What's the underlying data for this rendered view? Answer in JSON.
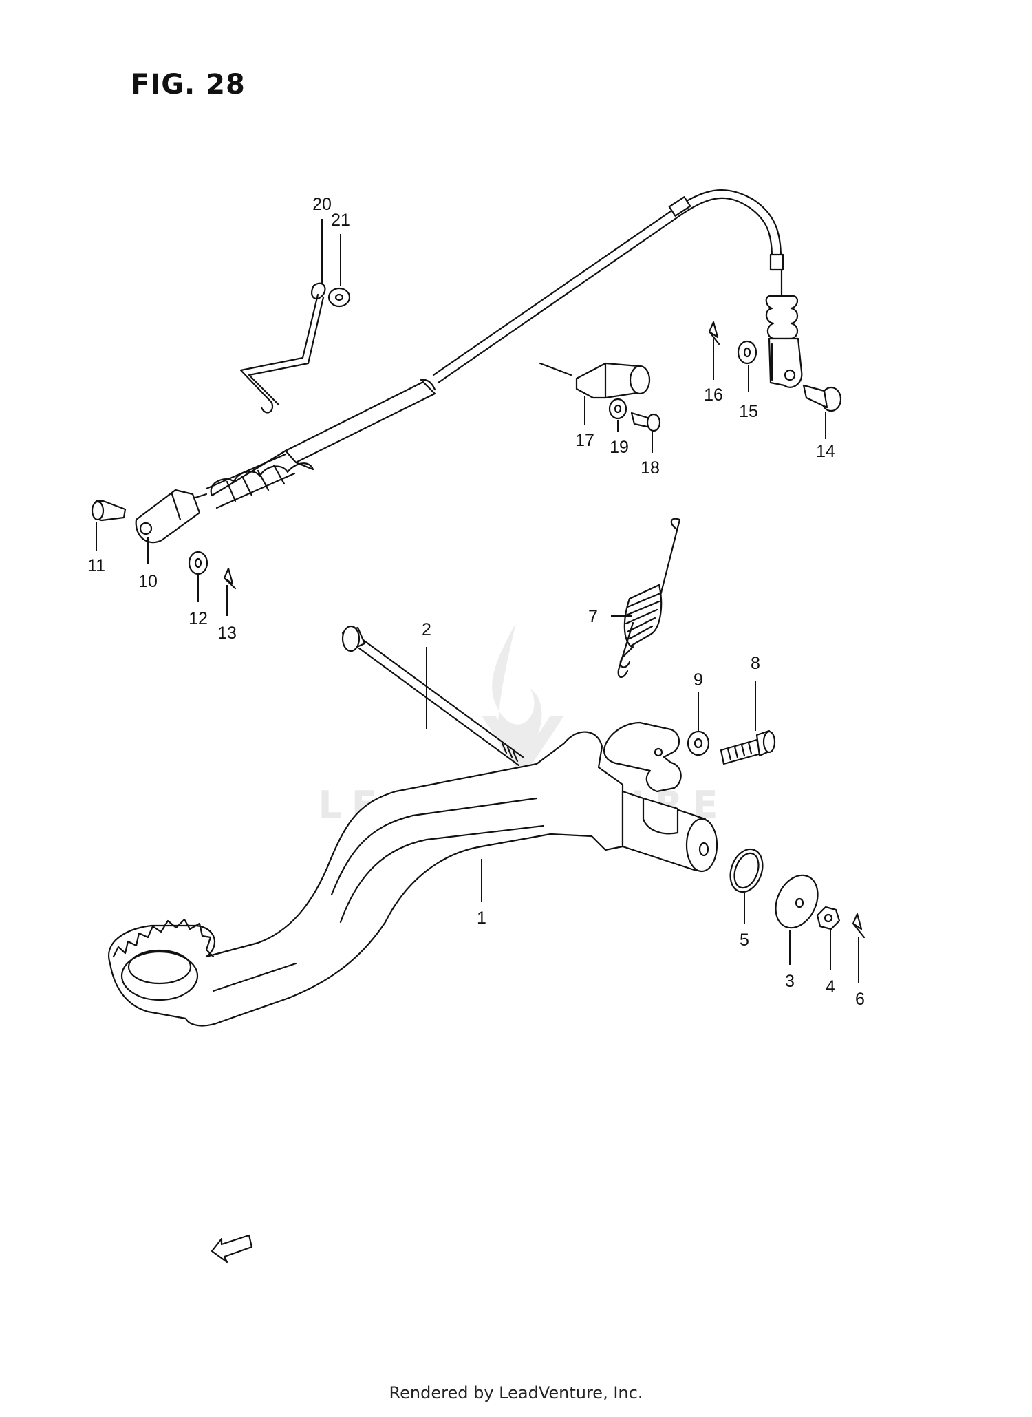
{
  "figure_title": "FIG. 28",
  "watermark": "LEADVENTURE",
  "footer": "Rendered by LeadVenture, Inc.",
  "fwd_label": "FWD",
  "callouts": [
    "1",
    "2",
    "3",
    "4",
    "5",
    "6",
    "7",
    "8",
    "9",
    "10",
    "11",
    "12",
    "13",
    "14",
    "15",
    "16",
    "17",
    "18",
    "19",
    "20",
    "21"
  ]
}
